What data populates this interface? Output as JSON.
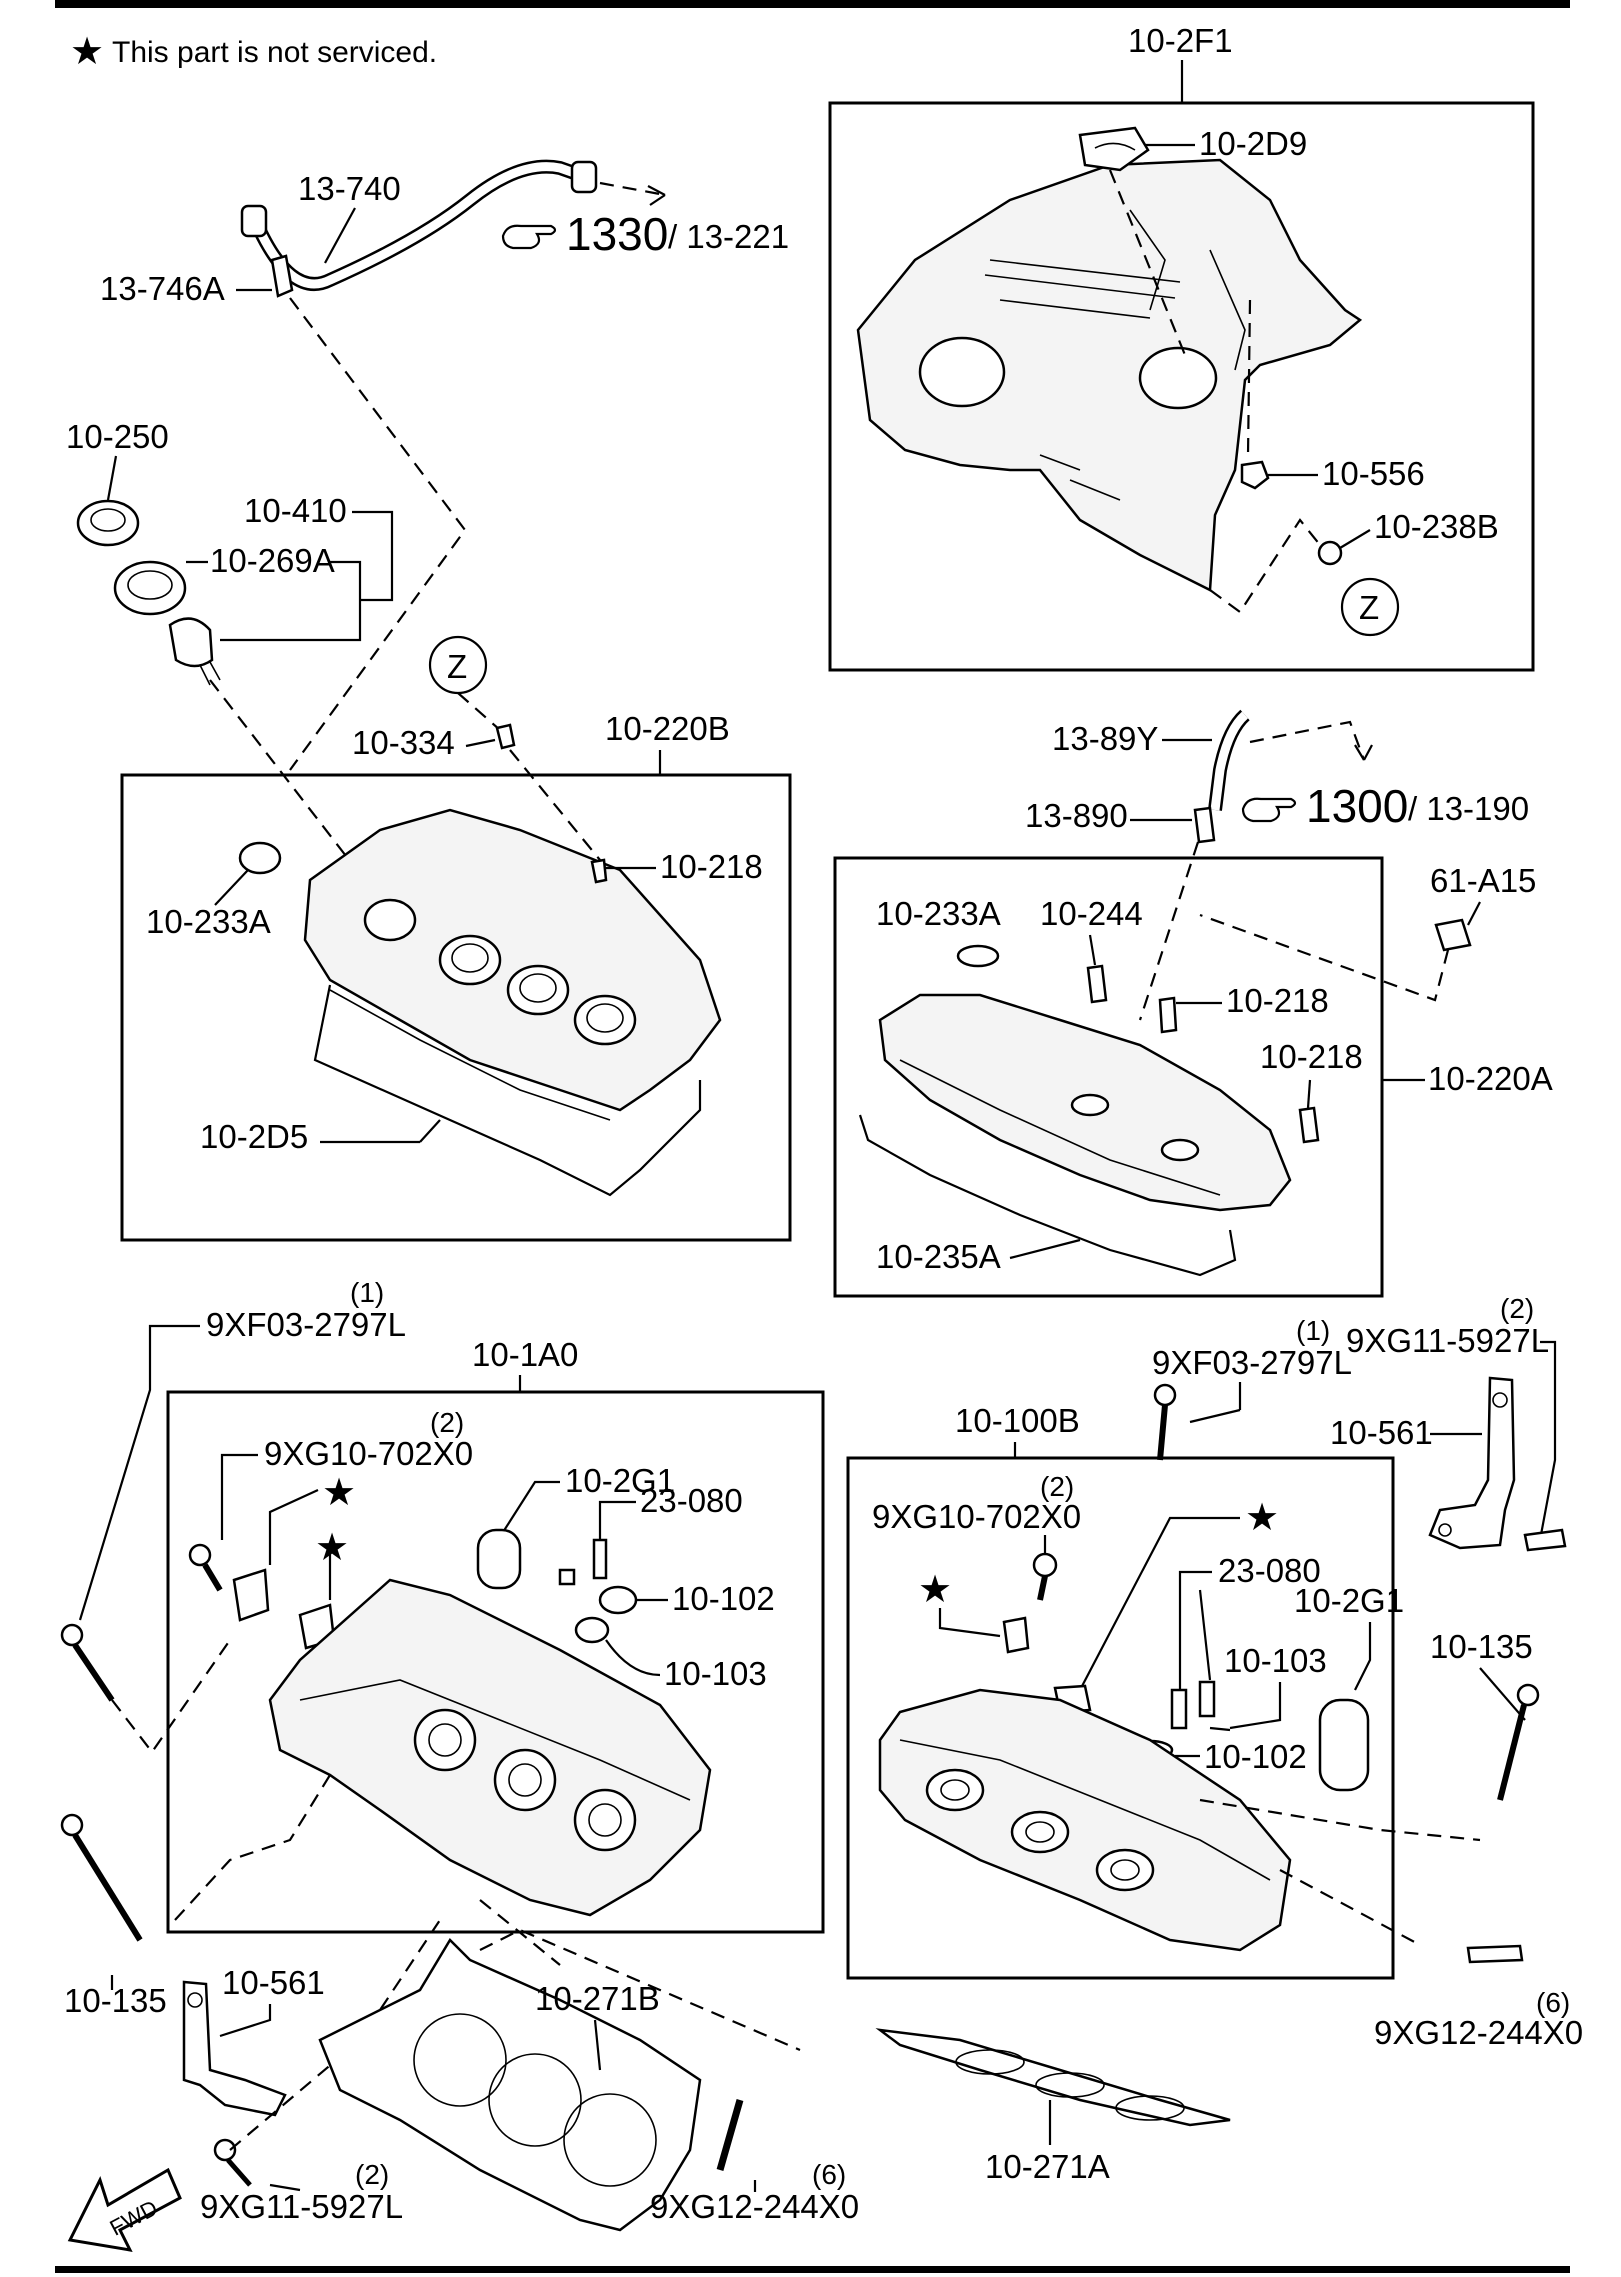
{
  "note": {
    "star": "★",
    "text": "This part is not serviced."
  },
  "labels": {
    "l_10_2F1": "10-2F1",
    "l_10_2D9": "10-2D9",
    "l_13_740": "13-740",
    "l_1330": "1330",
    "l_13_221": "/ 13-221",
    "l_13_746A": "13-746A",
    "l_10_250": "10-250",
    "l_10_410": "10-410",
    "l_10_269A": "10-269A",
    "l_10_556": "10-556",
    "l_10_238B": "10-238B",
    "l_Z_top": "Z",
    "l_Z_mid": "Z",
    "l_10_334": "10-334",
    "l_10_220B": "10-220B",
    "l_10_218_a": "10-218",
    "l_10_233A_a": "10-233A",
    "l_10_2D5": "10-2D5",
    "l_13_89Y": "13-89Y",
    "l_1300": "1300",
    "l_13_190": "/ 13-190",
    "l_13_890": "13-890",
    "l_61_A15": "61-A15",
    "l_10_233A_b": "10-233A",
    "l_10_244": "10-244",
    "l_10_218_b": "10-218",
    "l_10_218_c": "10-218",
    "l_10_220A": "10-220A",
    "l_10_235A": "10-235A",
    "l_9XF03_q1": "(1)",
    "l_9XF03_1": "9XF03-2797L",
    "l_10_1A0": "10-1A0",
    "l_9XG10_q1": "(2)",
    "l_9XG10_1": "9XG10-702X0",
    "l_10_2G1_a": "10-2G1",
    "l_23_080_a": "23-080",
    "l_10_102_a": "10-102",
    "l_10_103_a": "10-103",
    "l_9XF03_q2": "(1)",
    "l_9XF03_2": "9XF03-2797L",
    "l_9XG11_q1": "(2)",
    "l_9XG11_1": "9XG11-5927L",
    "l_10_100B": "10-100B",
    "l_10_561_a": "10-561",
    "l_9XG10_q2": "(2)",
    "l_9XG10_2": "9XG10-702X0",
    "l_23_080_b": "23-080",
    "l_10_2G1_b": "10-2G1",
    "l_10_103_b": "10-103",
    "l_10_135_a": "10-135",
    "l_10_102_b": "10-102",
    "l_10_135_b": "10-135",
    "l_10_561_b": "10-561",
    "l_10_271B": "10-271B",
    "l_9XG12_q1": "(6)",
    "l_9XG12_1": "9XG12-244X0",
    "l_10_271A": "10-271A",
    "l_9XG11_q2": "(2)",
    "l_9XG11_2": "9XG11-5927L",
    "l_9XG12_q2": "(6)",
    "l_9XG12_2": "9XG12-244X0",
    "l_fwd": "FWD"
  },
  "icons": [
    "star-icon",
    "pointing-hand-icon",
    "fwd-arrow-icon"
  ]
}
